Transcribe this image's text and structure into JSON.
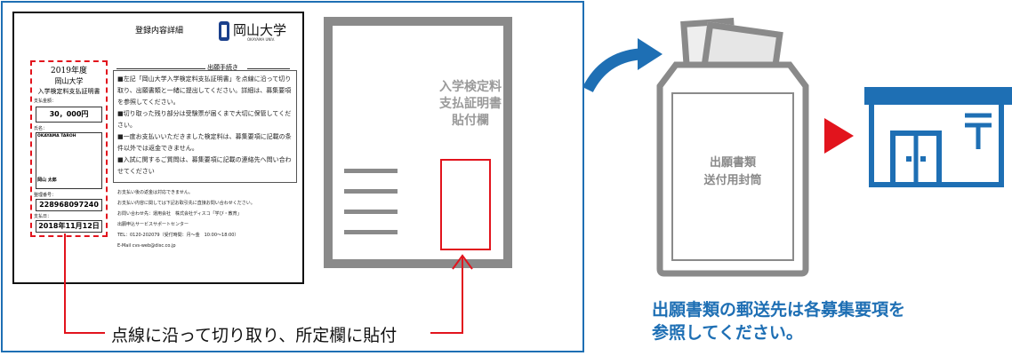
{
  "document": {
    "title": "登録内容詳細",
    "logo_name": "岡山大学",
    "logo_sub": "OKAYAMA UNIV.",
    "slip": {
      "year": "2019年度",
      "university": "岡山大学",
      "name": "入学検定料支払証明書",
      "amount_label": "支払金額：",
      "amount": "30，000円",
      "name_label": "氏名：",
      "name_roman": "OKAYAMA TAROH",
      "name_kanji": "岡山 太郎",
      "reg_label": "整理番号：",
      "reg_number": "228968097240",
      "date_label": "支払日：",
      "date": "2018年11月12日"
    },
    "procedure_title": "出願手続き",
    "procedure_lines": [
      "■左記「岡山大学入学検定料支払証明書」を点線に沿って切り",
      "取り、出願書類と一緒に提出してください。詳細は、募集要項",
      "を参照してください。",
      "■切り取った残り部分は受験票が届くまで大切に保管してくだ",
      "さい。",
      "■一度お支払いいただきました検定料は、募集要項に記載の条",
      "件以外では返金できません。",
      "■入試に関するご質問は、募集要項に記載の連絡先へ問い合わ",
      "せてください"
    ],
    "contact_lines": [
      "お支払い後の返金は対応できません。",
      "お支払い内容に関しては下記お取引先に直接お問い合わせください。",
      "お問い合わせ先：運用会社　株式会社ディスコ「学び・教育」",
      "出願申込サービスサポートセンター",
      "TEL：0120-202079（受付時間：月～金　10:00～18:00）",
      "E-Mail cvs-web@disc.co.jp"
    ]
  },
  "form_sheet": {
    "label_lines": [
      "入学検定料",
      "支払証明書",
      "貼付欄"
    ]
  },
  "caption": "点線に沿って切り取り、所定欄に貼付",
  "envelope": {
    "label_lines": [
      "出願書類",
      "送付用封筒"
    ]
  },
  "mailing_note_lines": [
    "出願書類の郵送先は各募集要項を",
    "参照してください。"
  ],
  "colors": {
    "blue": "#1e6fb4",
    "red": "#e2141d",
    "gray": "#8a8a8a"
  },
  "icons": [
    "curved-arrow-icon",
    "triangle-arrow-icon",
    "post-office-icon"
  ]
}
